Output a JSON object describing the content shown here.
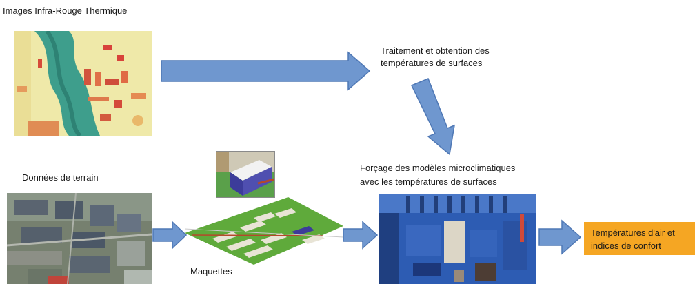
{
  "labels": {
    "thermal_title": "Images Infra-Rouge Thermique",
    "processing_line1": "Traitement et obtention des",
    "processing_line2": "températures de surfaces",
    "field_data": "Données de terrain",
    "forcing_line1": "Forçage des modèles microclimatiques",
    "forcing_line2": "avec les températures de surfaces",
    "models": "Maquettes",
    "output_line1": "Températures d'air et",
    "output_line2": "indices de confort"
  },
  "colors": {
    "arrow_fill": "#6f97cf",
    "arrow_stroke": "#4f78b5",
    "output_box": "#f5a623",
    "text": "#1a1a1a"
  }
}
